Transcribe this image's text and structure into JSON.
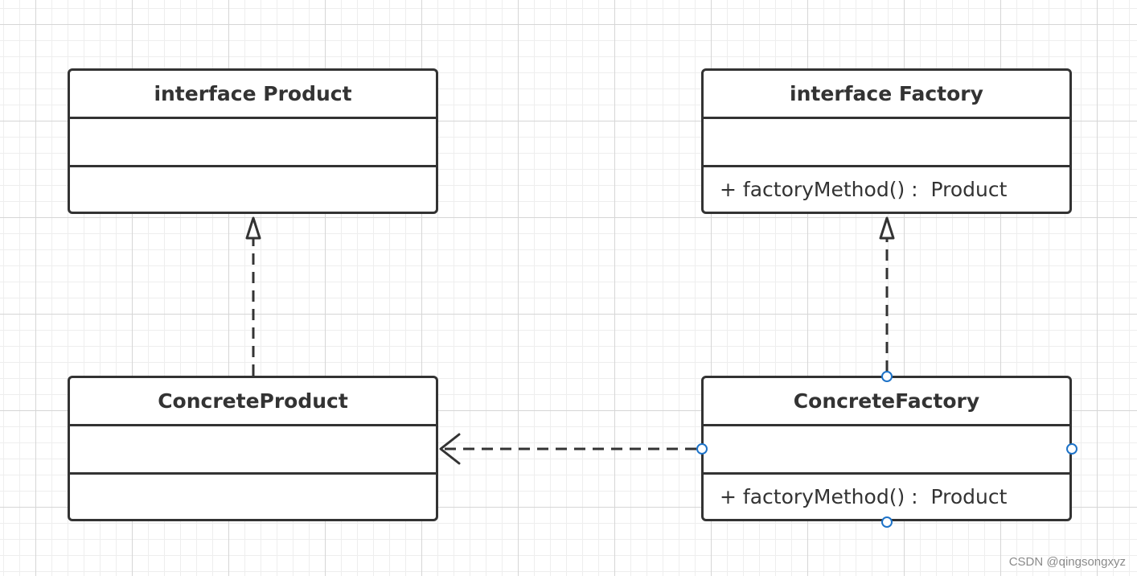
{
  "classes": {
    "product": {
      "name": "interface Product",
      "method": ""
    },
    "factory": {
      "name": "interface Factory",
      "method": "+ factoryMethod() :  Product"
    },
    "concrete_product": {
      "name": "ConcreteProduct",
      "method": ""
    },
    "concrete_factory": {
      "name": "ConcreteFactory",
      "method": "+ factoryMethod() :  Product"
    }
  },
  "relations": [
    {
      "from": "ConcreteProduct",
      "to": "interface Product",
      "type": "realization"
    },
    {
      "from": "ConcreteFactory",
      "to": "interface Factory",
      "type": "realization"
    },
    {
      "from": "ConcreteFactory",
      "to": "ConcreteProduct",
      "type": "dependency"
    }
  ],
  "colors": {
    "stroke": "#333333",
    "handle": "#1e73c8",
    "watermark": "#8a8a8a"
  },
  "watermark": "CSDN @qingsongxyz"
}
